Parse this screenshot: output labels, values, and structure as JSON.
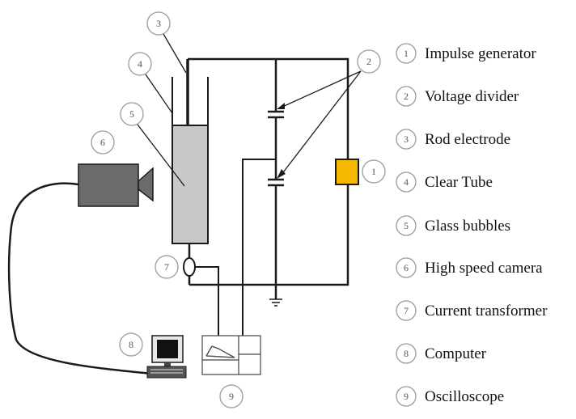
{
  "callout_numbers": [
    "1",
    "2",
    "3",
    "4",
    "5",
    "6",
    "7",
    "8",
    "9"
  ],
  "legend": [
    {
      "num": "1",
      "label": "Impulse generator"
    },
    {
      "num": "2",
      "label": "Voltage divider"
    },
    {
      "num": "3",
      "label": "Rod electrode"
    },
    {
      "num": "4",
      "label": "Clear Tube"
    },
    {
      "num": "5",
      "label": "Glass bubbles"
    },
    {
      "num": "6",
      "label": "High speed camera"
    },
    {
      "num": "7",
      "label": "Current transformer"
    },
    {
      "num": "8",
      "label": "Computer"
    },
    {
      "num": "9",
      "label": "Oscilloscope"
    }
  ],
  "colors": {
    "line": "#1a1a1a",
    "callout_circle": "#9a9a9a",
    "impulse_generator": "#f5b800",
    "glass_bubbles": "#c8c8c8",
    "camera": "#6b6b6b"
  }
}
